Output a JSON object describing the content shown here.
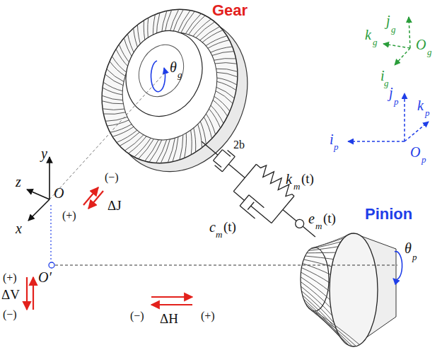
{
  "diagram": {
    "labels": [
      "Gear",
      "j",
      "g",
      "k",
      "g",
      "O",
      "g",
      "i",
      "g",
      "j",
      "p",
      "k",
      "p",
      "i",
      "p",
      "O",
      "p",
      "θ",
      "g",
      "y",
      "z",
      "O",
      "x",
      "(−)",
      "ΔJ",
      "(+)",
      "O′",
      "(+)",
      "ΔV",
      "(−)",
      "(−)",
      "ΔH",
      "(+)",
      "θ",
      "p",
      "2b",
      "k",
      "m",
      "(t)",
      "c",
      "m",
      "(t)",
      "e",
      "m",
      "(t)",
      "Pinion"
    ]
  }
}
